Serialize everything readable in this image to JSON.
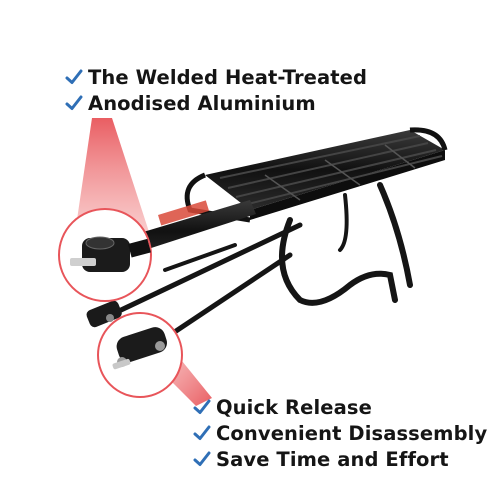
{
  "top_features": [
    {
      "label": "The Welded Heat-Treated"
    },
    {
      "label": "Anodised Aluminium"
    }
  ],
  "bottom_features": [
    {
      "label": "Quick Release"
    },
    {
      "label": "Convenient Disassembly"
    },
    {
      "label": "Save Time and Effort"
    }
  ],
  "icons": {
    "bullet": "checkmark-icon"
  },
  "colors": {
    "checkmark": "#2f6fb6",
    "callout_red": "#e8555a",
    "callout_fill": "#f6b3b3",
    "rack_metal": "#1a1a1a",
    "text": "#151515"
  }
}
